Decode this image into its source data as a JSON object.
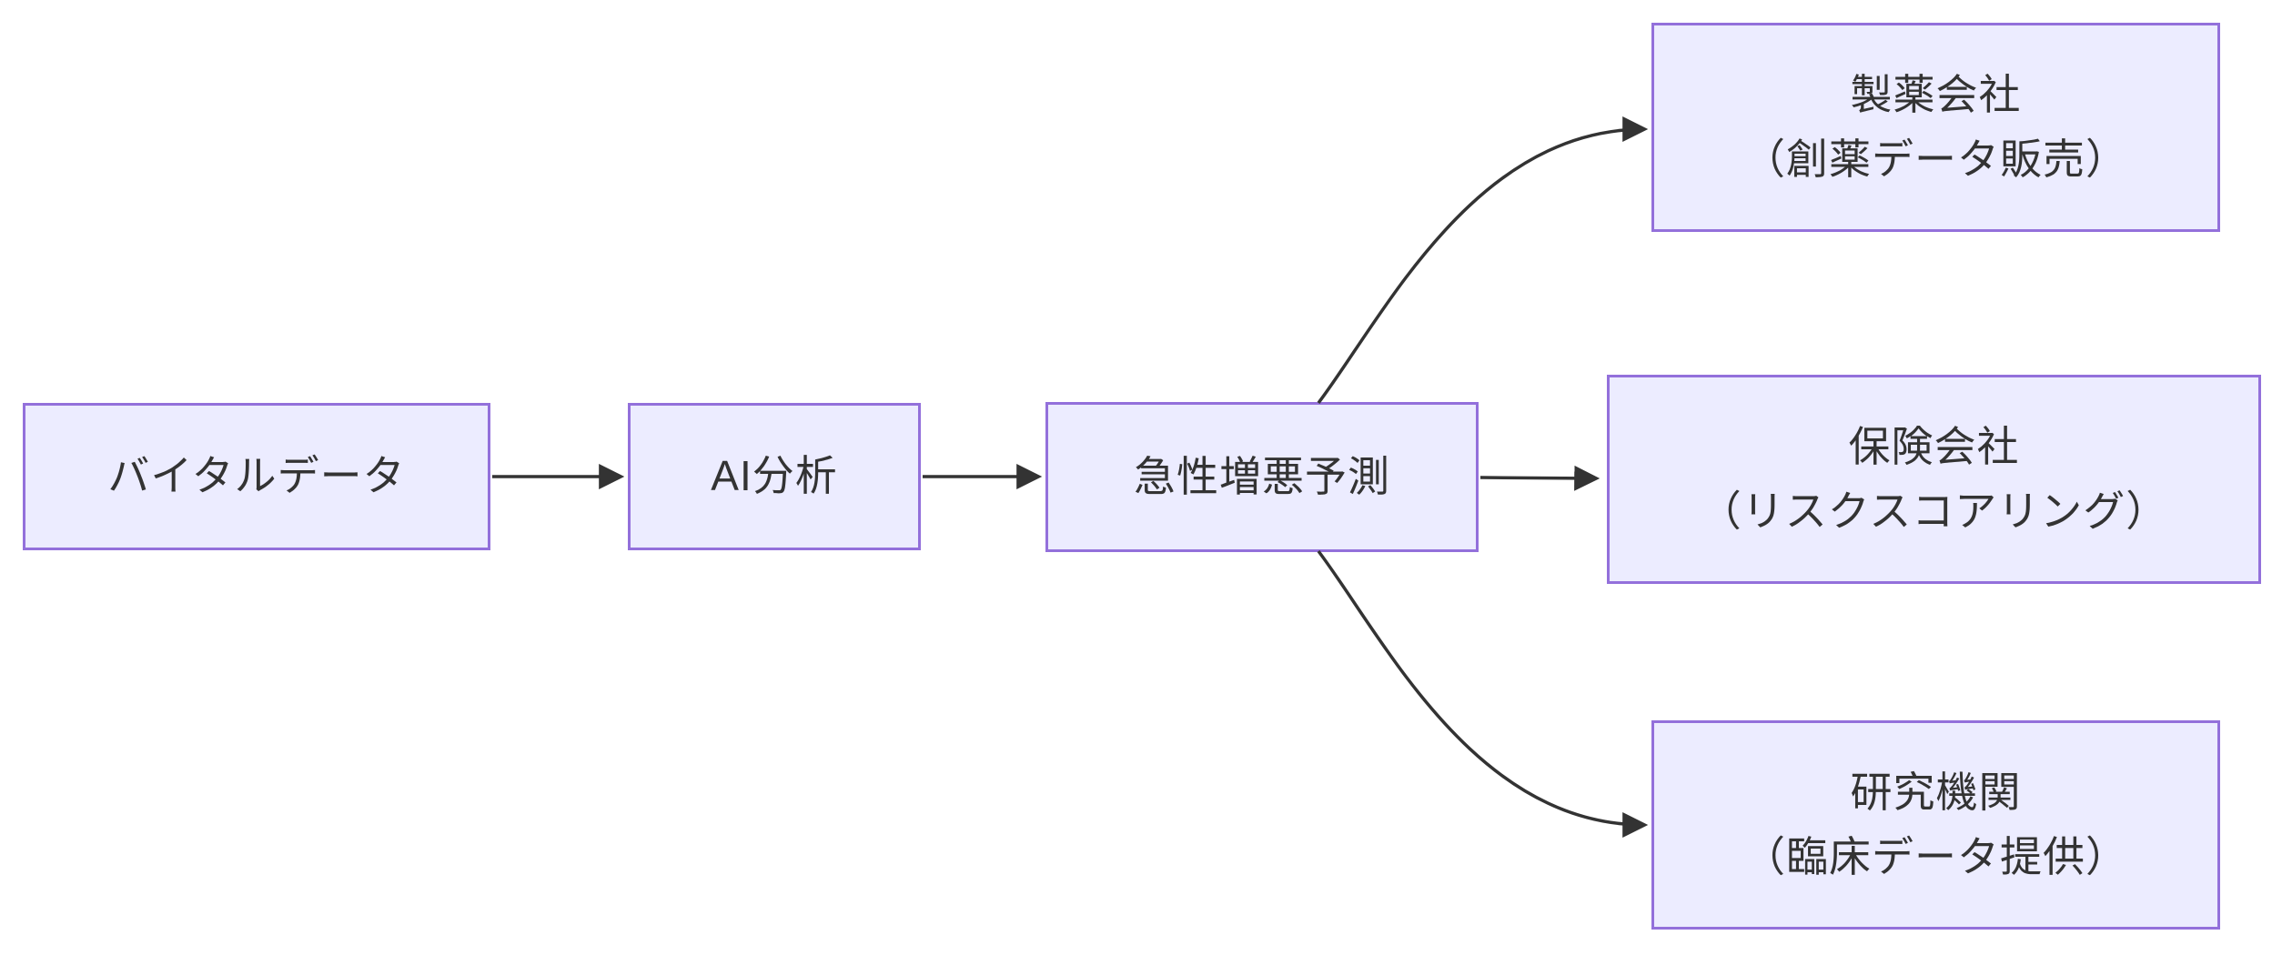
{
  "diagram": {
    "type": "flowchart",
    "direction": "left-to-right",
    "colors": {
      "background": "#ffffff",
      "node_fill": "#ECECFF",
      "node_border": "#9370DB",
      "text": "#333333",
      "arrow": "#333333"
    },
    "nodes": [
      {
        "id": "vital-data",
        "label": "バイタルデータ"
      },
      {
        "id": "ai-analysis",
        "label": "AI分析"
      },
      {
        "id": "exacerbation-prediction",
        "label": "急性増悪予測"
      },
      {
        "id": "pharma-company",
        "line1": "製薬会社",
        "line2": "（創薬データ販売）"
      },
      {
        "id": "insurance-company",
        "line1": "保険会社",
        "line2": "（リスクスコアリング）"
      },
      {
        "id": "research-institution",
        "line1": "研究機関",
        "line2": "（臨床データ提供）"
      }
    ],
    "edges": [
      {
        "from": "vital-data",
        "to": "ai-analysis"
      },
      {
        "from": "ai-analysis",
        "to": "exacerbation-prediction"
      },
      {
        "from": "exacerbation-prediction",
        "to": "pharma-company"
      },
      {
        "from": "exacerbation-prediction",
        "to": "insurance-company"
      },
      {
        "from": "exacerbation-prediction",
        "to": "research-institution"
      }
    ]
  }
}
